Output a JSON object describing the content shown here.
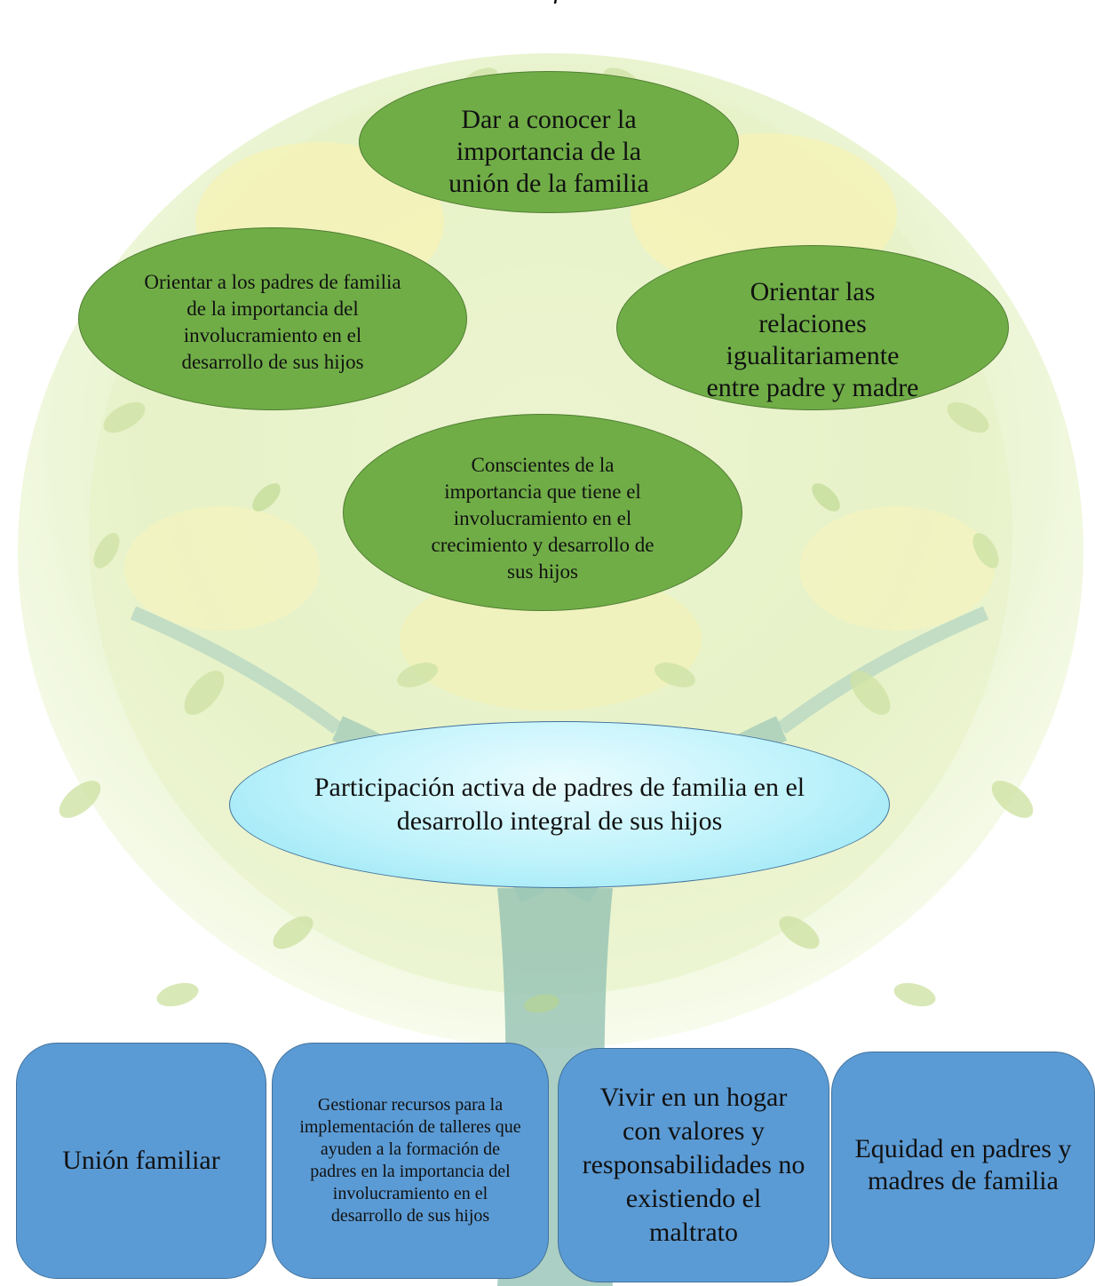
{
  "page": {
    "partial_title": "j"
  },
  "objectives": {
    "top": "Dar a conocer la importancia de la unión de la familia",
    "left": "Orientar a los padres de familia de la importancia del involucramiento en el desarrollo de sus hijos",
    "right": "Orientar las relaciones igualitariamente entre padre y madre",
    "center": "Conscientes de la importancia que tiene el involucramiento en el crecimiento y desarrollo de sus hijos"
  },
  "main_goal": "Participación activa de padres de familia en el desarrollo integral de sus hijos",
  "means": [
    "Unión familiar",
    "Gestionar recursos para la implementación de talleres que ayuden a la formación de padres en la importancia del involucramiento en el desarrollo de sus hijos",
    "Vivir en un hogar con valores y responsabilidades no existiendo el maltrato",
    "Equidad en padres y madres de familia"
  ],
  "colors": {
    "objective_fill": "#70ad47",
    "goal_fill": "#bdf2fb",
    "means_fill": "#5b9bd5",
    "tree_leaf": "#d9ebb4",
    "tree_trunk": "#8fbfb0"
  }
}
